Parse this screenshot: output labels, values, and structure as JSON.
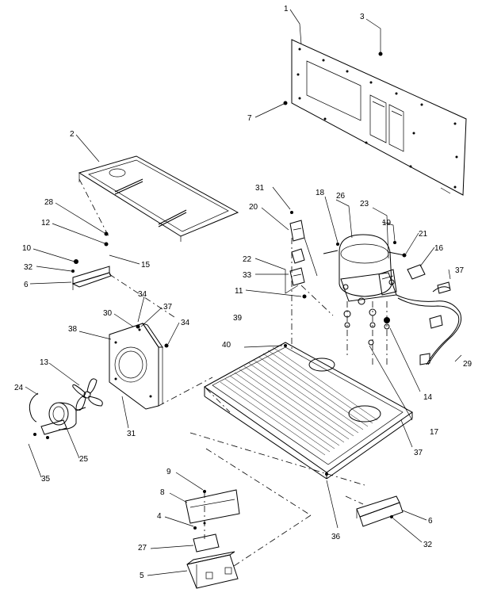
{
  "callouts": [
    {
      "label": "1"
    },
    {
      "label": "3"
    },
    {
      "label": "7"
    },
    {
      "label": "2"
    },
    {
      "label": "28"
    },
    {
      "label": "12"
    },
    {
      "label": "10"
    },
    {
      "label": "15"
    },
    {
      "label": "32"
    },
    {
      "label": "6"
    },
    {
      "label": "34"
    },
    {
      "label": "37"
    },
    {
      "label": "30"
    },
    {
      "label": "38"
    },
    {
      "label": "34"
    },
    {
      "label": "13"
    },
    {
      "label": "24"
    },
    {
      "label": "25"
    },
    {
      "label": "35"
    },
    {
      "label": "31"
    },
    {
      "label": "31"
    },
    {
      "label": "20"
    },
    {
      "label": "22"
    },
    {
      "label": "33"
    },
    {
      "label": "11"
    },
    {
      "label": "39"
    },
    {
      "label": "40"
    },
    {
      "label": "18"
    },
    {
      "label": "26"
    },
    {
      "label": "23"
    },
    {
      "label": "19"
    },
    {
      "label": "21"
    },
    {
      "label": "16"
    },
    {
      "label": "37"
    },
    {
      "label": "29"
    },
    {
      "label": "14"
    },
    {
      "label": "17"
    },
    {
      "label": "37"
    },
    {
      "label": "9"
    },
    {
      "label": "8"
    },
    {
      "label": "4"
    },
    {
      "label": "27"
    },
    {
      "label": "5"
    },
    {
      "label": "36"
    },
    {
      "label": "6"
    },
    {
      "label": "32"
    }
  ]
}
